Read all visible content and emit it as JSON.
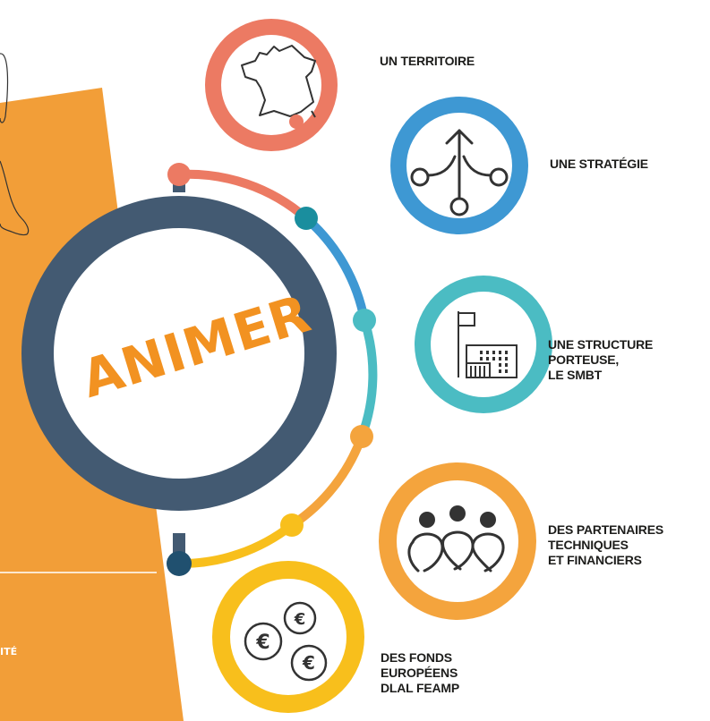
{
  "center": {
    "title": "ANIMER"
  },
  "items": [
    {
      "id": "territoire",
      "lines": [
        "UN TERRITOIRE"
      ],
      "icon": "france-map-icon",
      "color": "#ec7a63"
    },
    {
      "id": "strategie",
      "lines": [
        "UNE STRATÉGIE"
      ],
      "icon": "branching-arrows-icon",
      "color": "#3e98d3"
    },
    {
      "id": "structure",
      "lines": [
        "UNE STRUCTURE",
        "PORTEUSE,",
        "LE SMBT"
      ],
      "icon": "building-flag-icon",
      "color": "#4bbcc3"
    },
    {
      "id": "partenaires",
      "lines": [
        "DES PARTENAIRES",
        "TECHNIQUES",
        "ET FINANCIERS"
      ],
      "icon": "people-linked-icon",
      "color": "#f4a43d"
    },
    {
      "id": "fonds",
      "lines": [
        "DES FONDS",
        "EUROPÉENS",
        "DLAL FEAMP"
      ],
      "icon": "euro-coins-icon",
      "color": "#f8bf1c"
    }
  ],
  "coin_symbol": "€",
  "side_fragment": "ITÉ",
  "colors": {
    "orange_panel": "#f29e38",
    "navy": "#435a72",
    "animer": "#f29221"
  }
}
